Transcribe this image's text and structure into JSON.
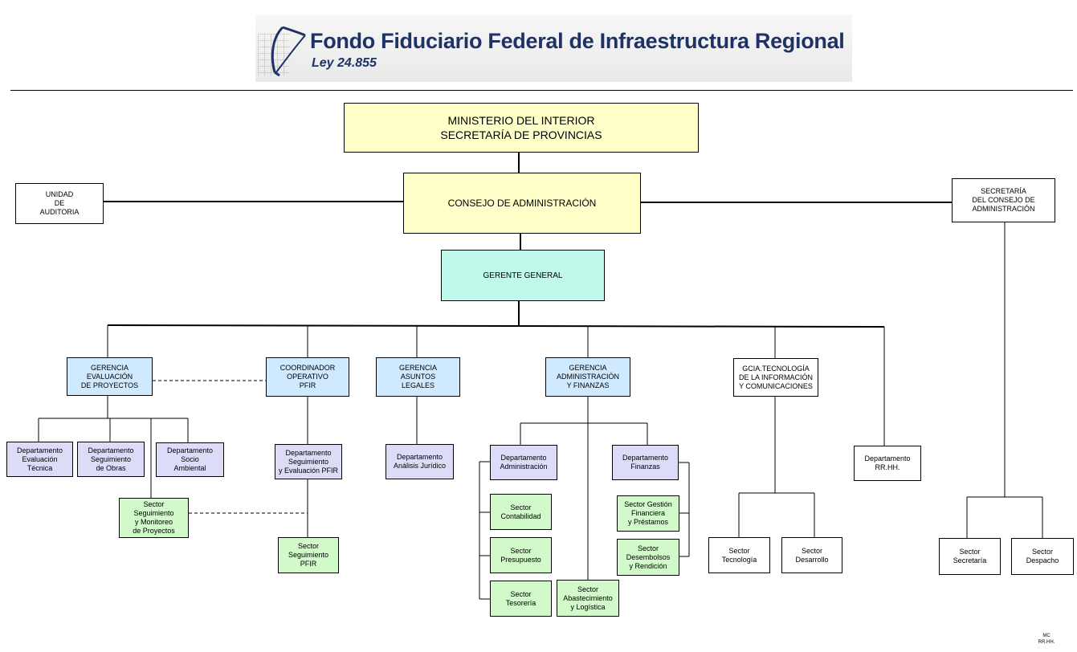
{
  "header": {
    "title": "Fondo Fiduciario Federal de Infraestructura Regional",
    "subtitle": "Ley 24.855"
  },
  "org_chart": {
    "ministerio": "MINISTERIO  DEL INTERIOR\nSECRETARÍA DE PROVINCIAS",
    "consejo": "CONSEJO DE ADMINISTRACIÓN",
    "auditoria": "UNIDAD\nDE\nAUDITORIA",
    "secretaria_consejo": "SECRETARÍA\nDEL CONSEJO DE\nADMINISTRACIÓN",
    "gerente_general": "GERENTE   GENERAL",
    "gerencia_evaluacion": "GERENCIA\nEVALUACIÓN\nDE PROYECTOS",
    "coordinador_pfir": "COORDINADOR\nOPERATIVO\nPFIR",
    "gerencia_legales": "GERENCIA\nASUNTOS\nLEGALES",
    "gerencia_admin": "GERENCIA\nADMINISTRACIÓN\nY FINANZAS",
    "gcia_tecnologia": "GCIA.TECNOLOGÍA\nDE LA INFORMACIÓN\nY COMUNICACIONES",
    "depto_eval_tecnica": "Departamento\nEvaluación\nTécnica",
    "depto_seg_obras": "Departamento\nSeguimiento\nde Obras",
    "depto_socio_amb": "Departamento\nSocio\nAmbiental",
    "sector_seg_monitoreo": "Sector\nSeguimiento\ny Monitoreo\nde Proyectos",
    "depto_seg_eval_pfir": "Departamento\nSeguimiento\ny Evaluación PFIR",
    "sector_seg_pfir": "Sector\nSeguimiento\nPFIR",
    "depto_juridico": "Departamento\nAnálisis Jurídico",
    "depto_administracion": "Departamento\nAdministración",
    "depto_finanzas": "Departamento\nFinanzas",
    "sector_contabilidad": "Sector\nContabilidad",
    "sector_presupuesto": "Sector\nPresupuesto",
    "sector_tesoreria": "Sector\nTesorería",
    "sector_abastecimiento": "Sector\nAbastecimiento\ny Logística",
    "sector_gestion_fin": "Sector Gestión\nFinanciera\ny  Préstamos",
    "sector_desembolsos": "Sector\nDesembolsos\ny Rendición",
    "depto_rrhh": "Departamento\nRR.HH.",
    "sector_tecnologia": "Sector\nTecnología",
    "sector_desarrollo": "Sector\nDesarrollo",
    "sector_secretaria": "Sector\nSecretaría",
    "sector_despacho": "Sector\nDespacho"
  },
  "footer": {
    "initials": "MC\nRR.HH."
  },
  "colors": {
    "top_level": "#ffffc9",
    "general_manager": "#c0f8ec",
    "management": "#cfeaff",
    "department": "#dcdcf8",
    "sector": "#d1f9c9",
    "header_text": "#1f3266"
  }
}
